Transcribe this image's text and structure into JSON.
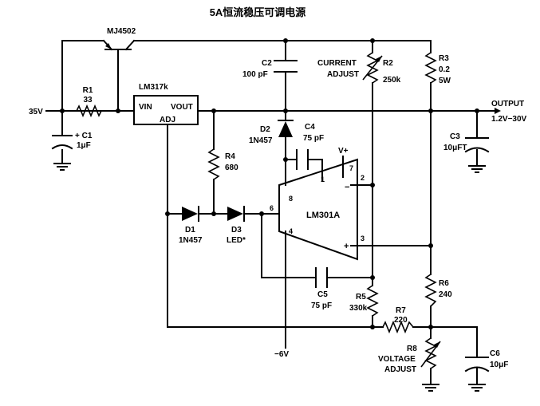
{
  "title": "5A恒流稳压可调电源",
  "labels": {
    "mj4502": "MJ4502",
    "r1": "R1",
    "r1_value": "33",
    "input": "35V",
    "c1": "+ C1",
    "c1_value": "1μF",
    "lm317": "LM317k",
    "vin": "VIN",
    "vout": "VOUT",
    "adj": "ADJ",
    "c2": "C2",
    "c2_value": "100 pF",
    "current": "CURRENT",
    "adjust": "ADJUST",
    "r2": "R2",
    "r2_value": "250k",
    "r3": "R3",
    "r3_value": "0.2",
    "r3_power": "5W",
    "output": "OUTPUT",
    "output_range": "1.2V−30V",
    "c3": "C3",
    "c3_value": "10μFT",
    "d2": "D2",
    "d2_type": "1N457",
    "c4": "C4",
    "c4_value": "75 pF",
    "vplus": "V+",
    "r4": "R4",
    "r4_value": "680",
    "d1": "D1",
    "d1_type": "1N457",
    "d3": "D3",
    "d3_type": "LED*",
    "lm301a": "LM301A",
    "c5": "C5",
    "c5_value": "75 pF",
    "r5": "R5",
    "r5_value": "330k",
    "r6": "R6",
    "r6_value": "240",
    "r7": "R7",
    "r7_value": "220",
    "neg_supply": "−6V",
    "r8": "R8",
    "voltage": "VOLTAGE",
    "c6": "C6",
    "c6_value": "10μF"
  },
  "pins": {
    "p1": "1",
    "p2": "2",
    "p3": "3",
    "p4": "4",
    "p6": "6",
    "p7": "7",
    "p8": "8",
    "minus": "−",
    "plus": "+"
  }
}
